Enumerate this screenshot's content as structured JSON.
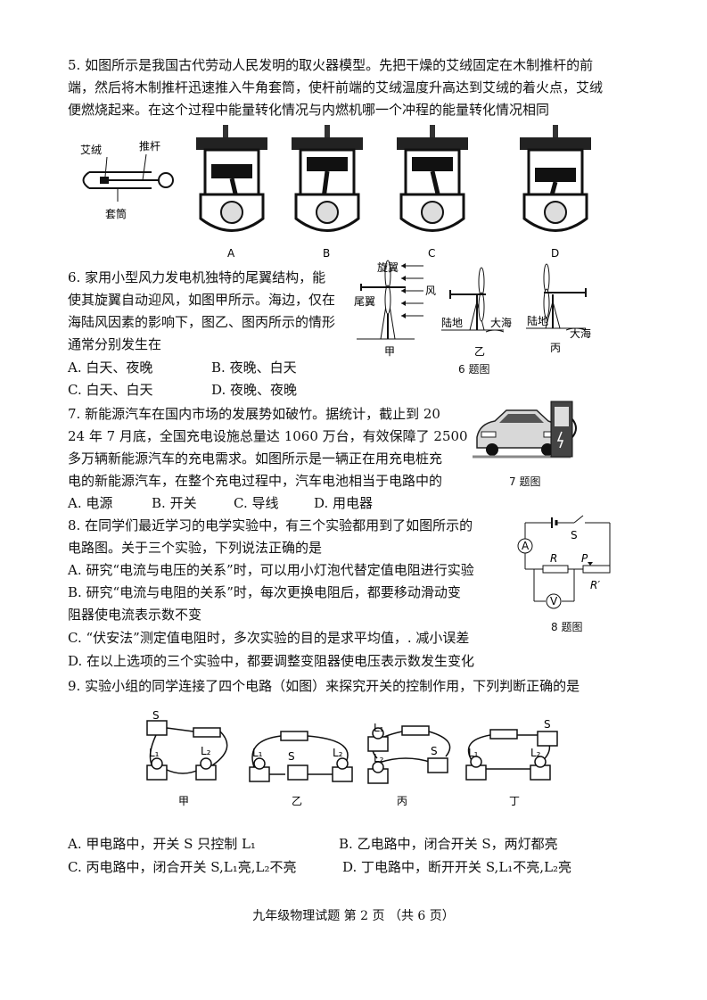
{
  "q5": {
    "lines": [
      "5. 如图所示是我国古代劳动人民发明的取火器模型。先把干燥的艾绒固定在木制推杆的前",
      "端，然后将木制推杆迅速推入牛角套筒，使杆前端的艾绒温度升高达到艾绒的着火点，艾绒",
      "便燃烧起来。在这个过程中能量转化情况与内燃机哪一个冲程的能量转化情况相同"
    ],
    "fig_labels": {
      "airong": "艾绒",
      "tuigan": "推杆",
      "taotong": "套筒"
    },
    "options": [
      "A",
      "B",
      "C",
      "D"
    ]
  },
  "q6": {
    "lines": [
      "6. 家用小型风力发电机独特的尾翼结构，能",
      "使其旋翼自动迎风，如图甲所示。海边，仅在",
      "海陆风因素的影响下，图乙、图丙所示的情形",
      "通常分别发生在"
    ],
    "options": [
      {
        "key": "A.",
        "text": "白天、夜晚"
      },
      {
        "key": "B.",
        "text": "夜晚、白天"
      },
      {
        "key": "C.",
        "text": "白天、白天"
      },
      {
        "key": "D.",
        "text": "夜晚、夜晚"
      }
    ],
    "fig_labels": {
      "xuanyi": "旋翼",
      "weiyi": "尾翼",
      "feng": "风",
      "ludi": "陆地",
      "dahai": "大海",
      "jia": "甲",
      "yi": "乙",
      "bing": "丙"
    },
    "caption": "6 题图"
  },
  "q7": {
    "lines": [
      "7. 新能源汽车在国内市场的发展势如破竹。据统计，截止到  20",
      "24 年 7 月底，全国充电设施总量达 1060 万台，有效保障了 2500",
      "多万辆新能源汽车的充电需求。如图所示是一辆正在用充电桩充",
      "电的新能源汽车，在整个充电过程中，汽车电池相当于电路中的"
    ],
    "options": [
      {
        "key": "A.",
        "text": "电源"
      },
      {
        "key": "B.",
        "text": "开关"
      },
      {
        "key": "C.",
        "text": "导线"
      },
      {
        "key": "D.",
        "text": "用电器"
      }
    ],
    "caption": "7 题图"
  },
  "q8": {
    "lines": [
      "8. 在同学们最近学习的电学实验中，有三个实验都用到了如图所示的",
      "电路图。关于三个实验，下列说法正确的是",
      "A. 研究“电流与电压的关系”时，可以用小灯泡代替定值电阻进行实验",
      "B. 研究“电流与电阻的关系”时，每次更换电阻后，都要移动滑动变",
      "阻器使电流表示数不变",
      "C. “伏安法”测定值电阻时，多次实验的目的是求平均值，. 减小误差",
      "D. 在以上选项的三个实验中，都要调整变阻器使电压表示数发生变化"
    ],
    "fig_labels": {
      "A": "A",
      "S": "S",
      "R": "R",
      "P": "P",
      "Rp": "R′",
      "V": "V"
    },
    "caption": "8 题图"
  },
  "q9": {
    "line": "9. 实验小组的同学连接了四个电路（如图）来探究开关的控制作用，下列判断正确的是",
    "fig_labels": {
      "jia": "甲",
      "yi": "乙",
      "bing": "丙",
      "ding": "丁",
      "S": "S",
      "L1": "L₁",
      "L2": "L₂"
    },
    "options": [
      {
        "key": "A.",
        "text": "甲电路中，开关 S 只控制 L₁"
      },
      {
        "key": "B.",
        "text": "乙电路中，闭合开关 S，两灯都亮"
      },
      {
        "key": "C.",
        "text": "丙电路中，闭合开关 S,L₁亮,L₂不亮"
      },
      {
        "key": "D.",
        "text": "丁电路中，断开开关 S,L₁不亮,L₂亮"
      }
    ]
  },
  "footer": "九年级物理试题 第 2 页 （共 6 页）"
}
